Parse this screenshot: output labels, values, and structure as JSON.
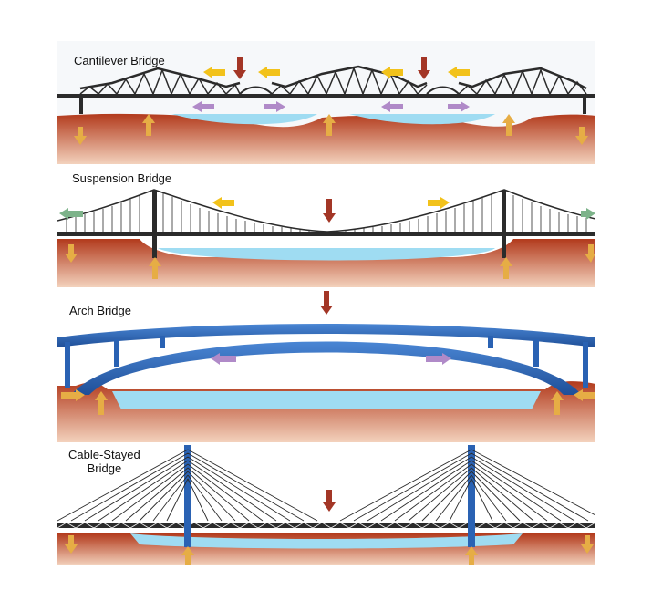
{
  "bridges": [
    {
      "label": "Cantilever Bridge"
    },
    {
      "label": "Suspension Bridge"
    },
    {
      "label": "Arch Bridge"
    },
    {
      "label_line1": "Cable-Stayed",
      "label_line2": "Bridge"
    }
  ],
  "colors": {
    "earth_top": "#b23a1c",
    "earth_bottom": "#f3d2bd",
    "water": "#9fdcf2",
    "steel": "#2b2b2b",
    "arch_blue": "#2a62b3",
    "load_arrow": "#a33626",
    "tension_arrow": "#f2c21b",
    "compression_arrow": "#b08ac8",
    "ground_arrow": "#e6ad45",
    "anchor_arrow": "#7db38a"
  },
  "icons": [
    "down-arrow-icon",
    "up-arrow-icon",
    "left-arrow-icon",
    "right-arrow-icon"
  ]
}
